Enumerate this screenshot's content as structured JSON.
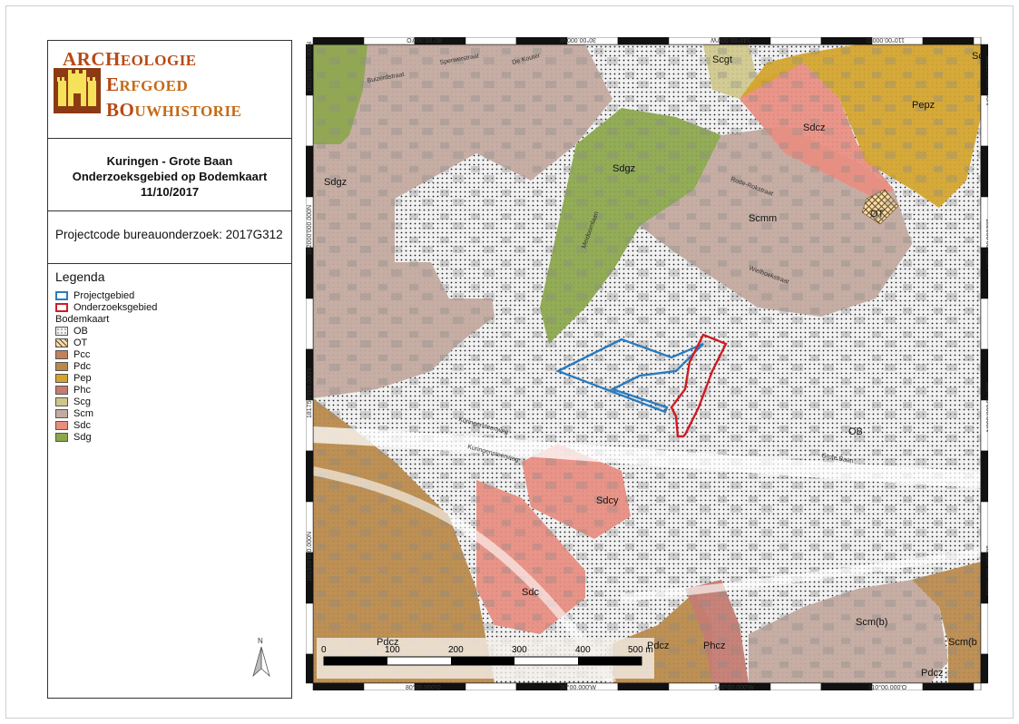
{
  "logo": {
    "line1_big": "ARCH",
    "line1_small": "EOLOGIE",
    "line2_big": "E",
    "line2_small": "RFGOED",
    "line3_big": "BO",
    "line3_small": "UWHISTORIE"
  },
  "title": {
    "line1": "Kuringen - Grote Baan",
    "line2": "Onderzoeksgebied op Bodemkaart",
    "line3": "11/10/2017"
  },
  "project_code": "Projectcode bureauonderzoek: 2017G312",
  "legend": {
    "title": "Legenda",
    "items": [
      {
        "label": "Projectgebied",
        "color": "#2b7bbf"
      },
      {
        "label": "Onderzoeksgebied",
        "color": "#d01c25"
      }
    ],
    "sub_title": "Bodemkaart",
    "soil_items": [
      {
        "label": "OB",
        "color": "#f2f2f2"
      },
      {
        "label": "OT",
        "color": "#f3dcb0"
      },
      {
        "label": "Pcc",
        "color": "#c0825a"
      },
      {
        "label": "Pdc",
        "color": "#b98a4c"
      },
      {
        "label": "Pep",
        "color": "#d4a52c"
      },
      {
        "label": "Phc",
        "color": "#c47c72"
      },
      {
        "label": "Scg",
        "color": "#cfc68a"
      },
      {
        "label": "Scm",
        "color": "#c3aaa0"
      },
      {
        "label": "Sdc",
        "color": "#e88d80"
      },
      {
        "label": "Sdg",
        "color": "#8ba64b"
      }
    ]
  },
  "map": {
    "zone_labels": [
      "Scgt",
      "Sc",
      "Pepz",
      "Sdcz",
      "Sdgz",
      "Sdgz",
      "Scmm",
      "OT",
      "OB",
      "Sdcy",
      "Sdc",
      "Pdcz",
      "Pdcz",
      "Phcz",
      "Scm(b)",
      "Scm(b",
      "Pdcz"
    ],
    "streets": [
      "Sperwerstraat",
      "De Kouter",
      "Buizerdstraat",
      "Rode-Rokstraat",
      "Meidoornlaan",
      "Wielhoekstraat",
      "Kuringersteenweg",
      "Grote Baan",
      "Kuringensteenweg"
    ],
    "coords_top": [
      "80°00.000'O",
      "30°00.000'W",
      "140°00.000'W",
      "110°00.000'O"
    ],
    "coords_bottom": [
      "80°00.000'O",
      "30°00.000'W",
      "140°00.000'W",
      "110°00.000'O"
    ],
    "coords_left": [
      "182250'000.000N",
      "182000'000.000N",
      "181750'000.000N",
      "181500'000.000N"
    ],
    "coords_right": [
      "182250'000.000N",
      "182000'000.000N",
      "181750'000.000N",
      "181500'000.000N"
    ]
  },
  "scalebar": {
    "labels": [
      "0",
      "100",
      "200",
      "300",
      "400",
      "500 m"
    ]
  },
  "north_label": "N"
}
